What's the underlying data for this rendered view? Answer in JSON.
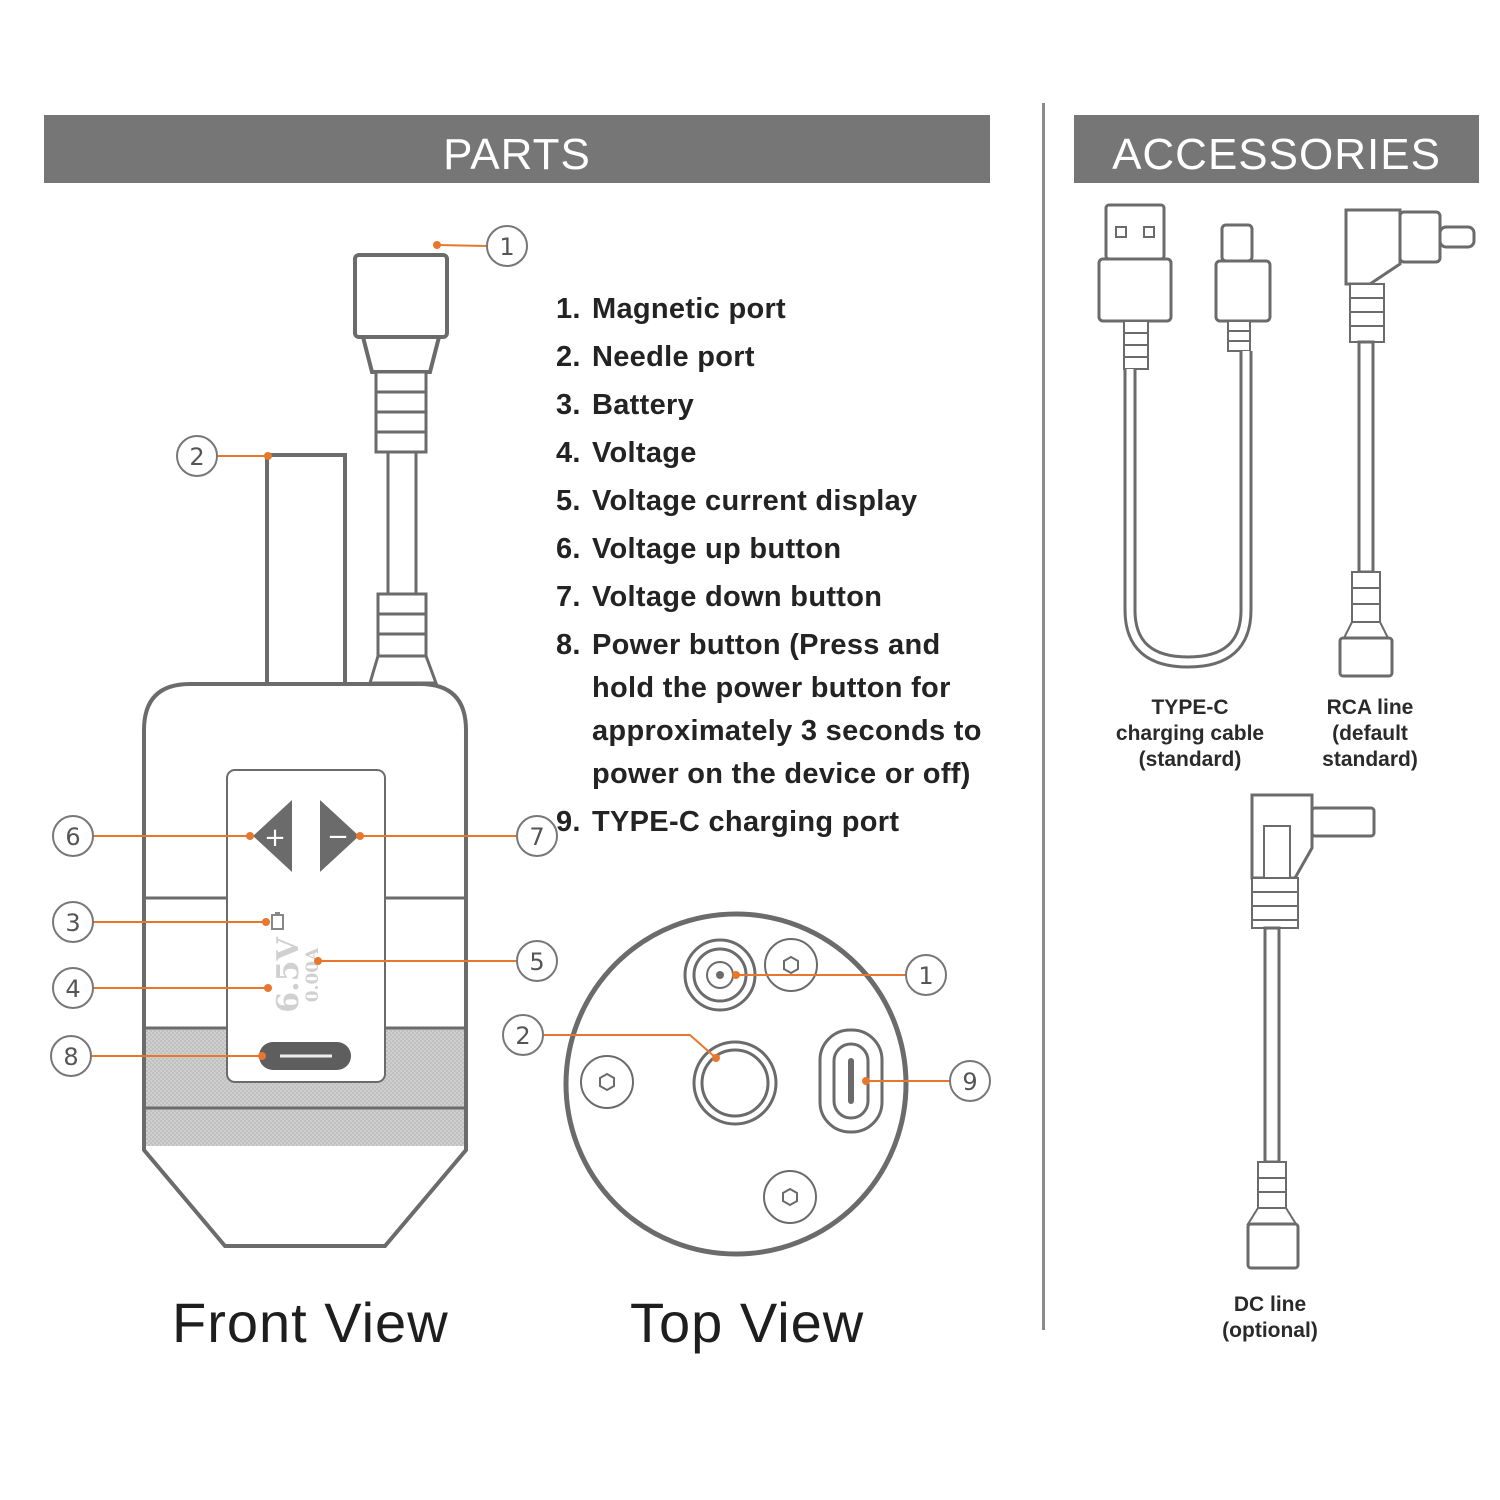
{
  "headers": {
    "parts": "PARTS",
    "accessories": "ACCESSORIES"
  },
  "parts_list": [
    {
      "num": "1.",
      "text": "Magnetic port"
    },
    {
      "num": "2.",
      "text": "Needle port"
    },
    {
      "num": "3.",
      "text": "Battery"
    },
    {
      "num": "4.",
      "text": "Voltage"
    },
    {
      "num": "5.",
      "text": "Voltage current display"
    },
    {
      "num": "6.",
      "text": "Voltage up button"
    },
    {
      "num": "7.",
      "text": "Voltage down button"
    },
    {
      "num": "8.",
      "text": "Power button (Press and hold the power button for approximately 3 seconds to power on the device or off)"
    },
    {
      "num": "9.",
      "text": "TYPE-C charging port"
    }
  ],
  "views": {
    "front": "Front View",
    "top": "Top View"
  },
  "display": {
    "voltage": "6.5V",
    "current": "0.00A"
  },
  "callouts": [
    "1",
    "2",
    "3",
    "4",
    "5",
    "6",
    "7",
    "8",
    "9"
  ],
  "accessories": {
    "typec": "TYPE-C\ncharging cable\n(standard)",
    "rca": "RCA line\n(default\nstandard)",
    "dc": "DC line\n(optional)"
  },
  "colors": {
    "banner": "#767676",
    "accent": "#e8772e",
    "line": "#6b6b6b"
  }
}
